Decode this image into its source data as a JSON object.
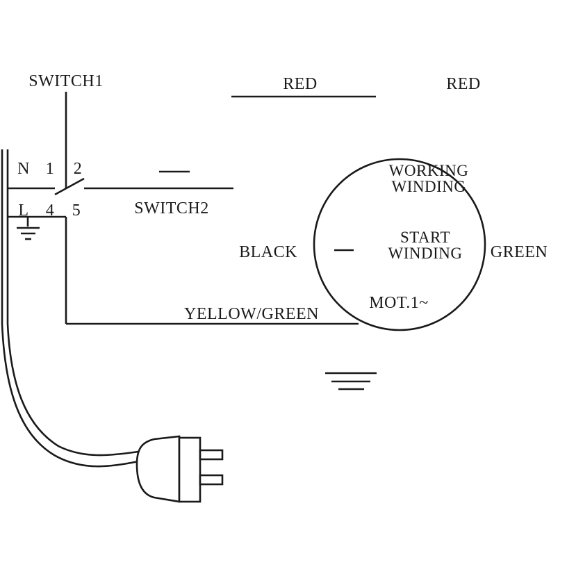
{
  "labels": {
    "switch1": "SWITCH1",
    "switch2": "SWITCH2",
    "red_top": "RED",
    "red_right": "RED",
    "terminal_n": "N",
    "terminal_1": "1",
    "terminal_2": "2",
    "terminal_l": "L",
    "terminal_4": "4",
    "terminal_5": "5",
    "black": "BLACK",
    "green": "GREEN",
    "yellow_green": "YELLOW/GREEN",
    "working_winding_line1": "WORKING",
    "working_winding_line2": "WINDING",
    "start_winding_line1": "START",
    "start_winding_line2": "WINDING",
    "motor": "MOT.1~"
  },
  "colors": {
    "stroke": "#1a1a1a",
    "background": "#ffffff"
  }
}
